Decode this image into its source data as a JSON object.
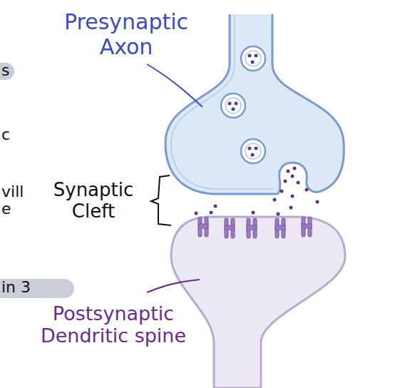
{
  "diagram": {
    "labels": [
      "s",
      "c",
      "vill",
      "e",
      "in 3",
      "Presynaptic Axon",
      "Synaptic Cleft",
      "Postsynaptic Dendritic spine"
    ]
  }
}
